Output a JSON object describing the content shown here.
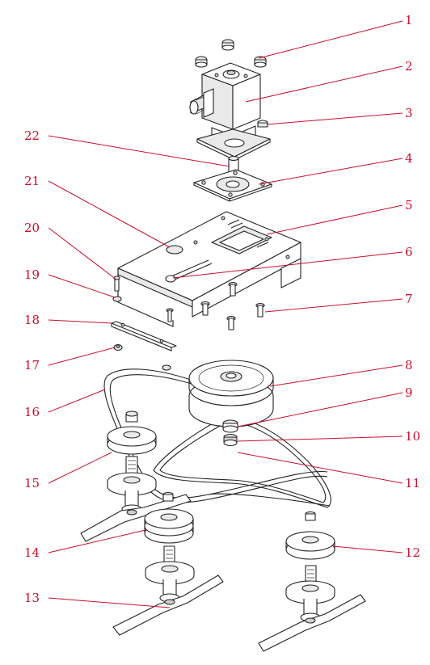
{
  "callout_color": "#c8102e",
  "part_color": "#222222",
  "callouts": [
    "1",
    "2",
    "3",
    "4",
    "5",
    "6",
    "7",
    "8",
    "9",
    "10",
    "11",
    "12",
    "13",
    "14",
    "15",
    "16",
    "17",
    "18",
    "19",
    "20",
    "21",
    "22"
  ]
}
